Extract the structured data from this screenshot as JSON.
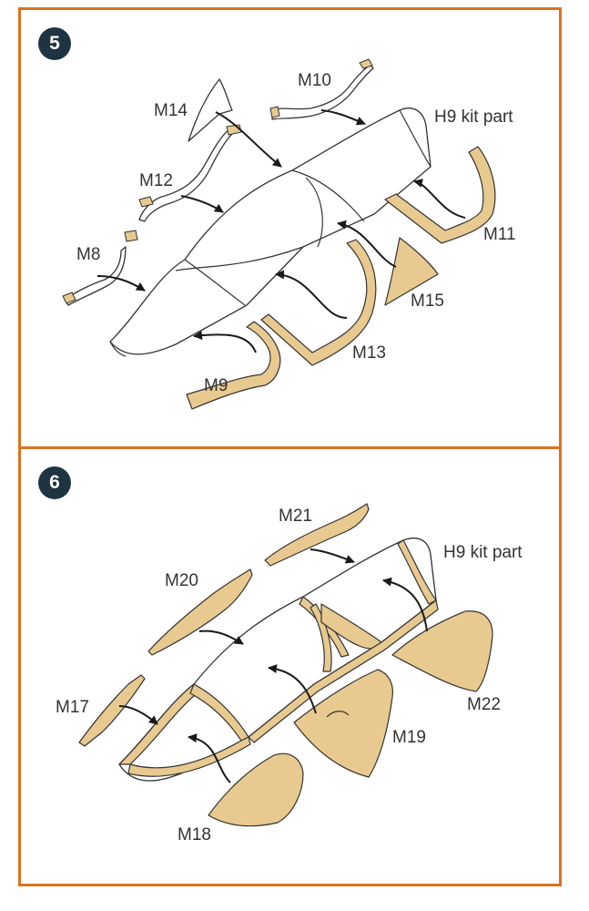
{
  "colors": {
    "border": "#d9731f",
    "badge": "#1e3441",
    "mask": "#e8c98f",
    "line": "#333333"
  },
  "steps": [
    {
      "number": "5",
      "labels": {
        "m10": "M10",
        "m14": "M14",
        "h9": "H9 kit part",
        "m12": "M12",
        "m11": "M11",
        "m8": "M8",
        "m15": "M15",
        "m13": "M13",
        "m9": "M9"
      }
    },
    {
      "number": "6",
      "labels": {
        "m21": "M21",
        "h9": "H9 kit part",
        "m20": "M20",
        "m17": "M17",
        "m22": "M22",
        "m19": "M19",
        "m18": "M18"
      }
    }
  ]
}
